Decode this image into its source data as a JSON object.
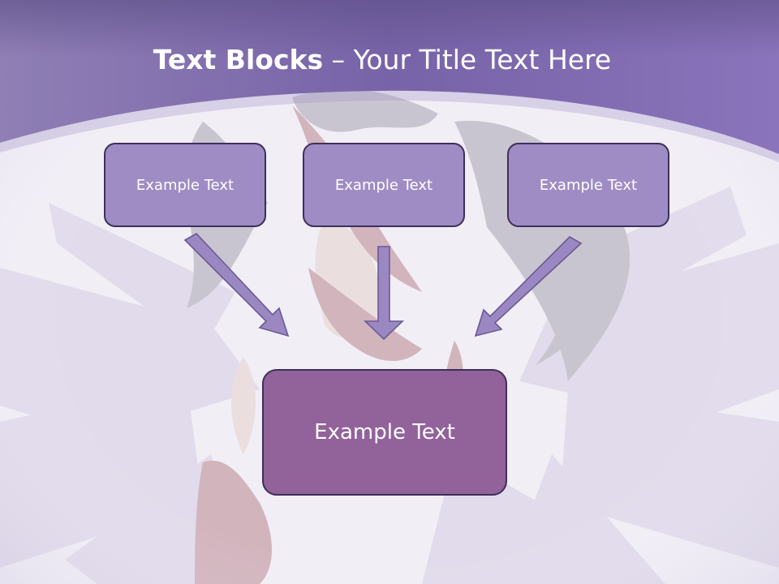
{
  "slide": {
    "title_bold": "Text Blocks",
    "title_dash": " – ",
    "title_rest": "Your Title Text Here"
  },
  "blocks": [
    {
      "label": "Example Text"
    },
    {
      "label": "Example Text"
    },
    {
      "label": "Example Text"
    }
  ],
  "target": {
    "label": "Example Text"
  },
  "colors": {
    "header": "#7e6aad",
    "small_box": "#9f8cc4",
    "big_box": "#92629a",
    "arrow": "#9b88c2",
    "border": "#3e2f5a"
  },
  "illustration": "anime-girl-background"
}
